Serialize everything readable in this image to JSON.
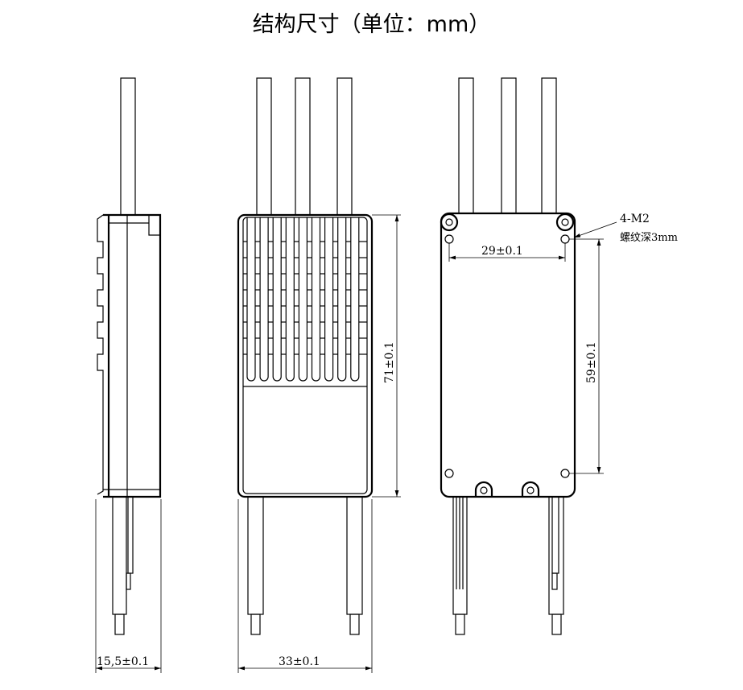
{
  "title": "结构尺寸（单位：mm）",
  "dimensions": {
    "thickness": "15,5±0.1",
    "width": "33±0.1",
    "length": "71±0.1",
    "hole_spacing_x": "29±0.1",
    "hole_spacing_y": "59±0.1"
  },
  "callout": {
    "thread": "4-M2",
    "depth": "螺纹深3mm"
  },
  "colors": {
    "line": "#000000",
    "background": "#ffffff"
  }
}
